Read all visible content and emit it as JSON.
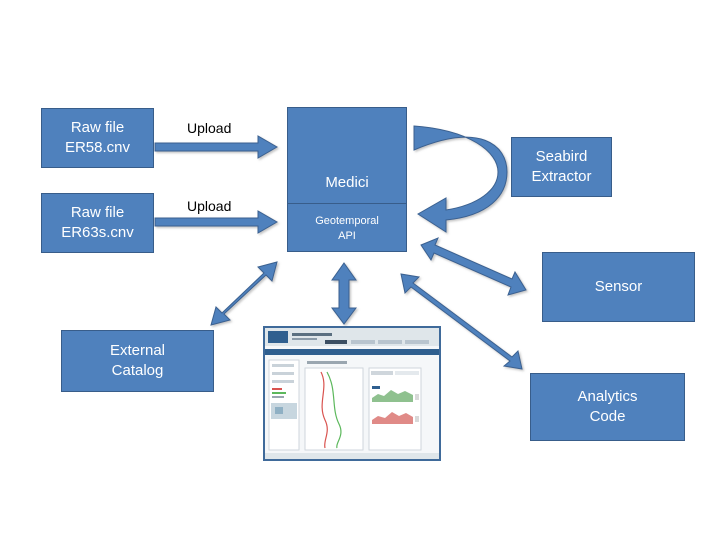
{
  "colors": {
    "node_fill": "#4f81bd",
    "node_border": "#385d8a",
    "arrow_fill": "#4f81bd",
    "arrow_stroke": "#3a6190"
  },
  "nodes": {
    "raw_file_1": {
      "line1": "Raw file",
      "line2": "ER58.cnv"
    },
    "raw_file_2": {
      "line1": "Raw file",
      "line2": "ER63s.cnv"
    },
    "medici": {
      "title": "Medici",
      "api_line1": "Geotemporal",
      "api_line2": "API"
    },
    "seabird": {
      "line1": "Seabird",
      "line2": "Extractor"
    },
    "sensor": {
      "label": "Sensor"
    },
    "external_catalog": {
      "line1": "External",
      "line2": "Catalog"
    },
    "analytics": {
      "line1": "Analytics",
      "line2": "Code"
    }
  },
  "edges": {
    "upload_1": "Upload",
    "upload_2": "Upload"
  },
  "screenshot": {
    "icon": "web-app-screenshot"
  }
}
